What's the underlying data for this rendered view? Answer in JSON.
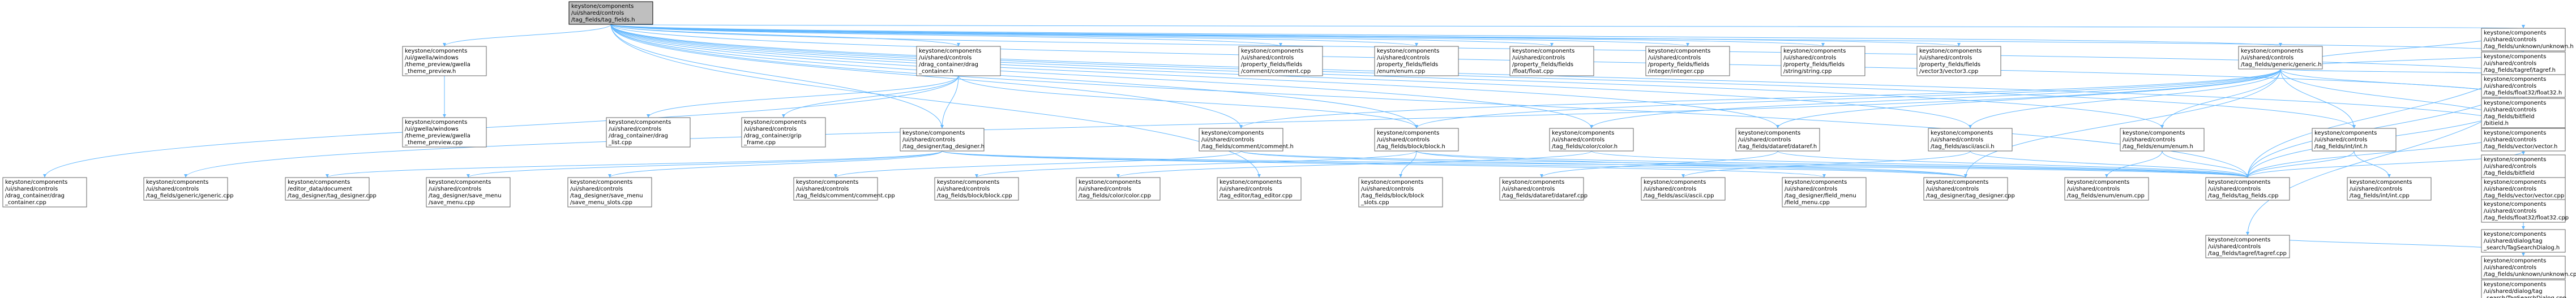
{
  "colors": {
    "edge": "#63b8ff",
    "root_fill": "#bfbfbf",
    "node_border": "#666666",
    "background": "#ffffff"
  },
  "nodes": {
    "root": [
      "keystone/components",
      "/ui/shared/controls",
      "/tag_fields/tag_fields.h"
    ],
    "theme_preview_h": [
      "keystone/components",
      "/ui/gwella/windows",
      "/theme_preview/gwella",
      "_theme_preview.h"
    ],
    "theme_preview_cpp": [
      "keystone/components",
      "/ui/gwella/windows",
      "/theme_preview/gwella",
      "_theme_preview.cpp"
    ],
    "drag_container_h": [
      "keystone/components",
      "/ui/shared/controls",
      "/drag_container/drag",
      "_container.h"
    ],
    "comment_cpp_pf": [
      "keystone/components",
      "/ui/shared/controls",
      "/property_fields/fields",
      "/comment/comment.cpp"
    ],
    "enum_cpp_pf": [
      "keystone/components",
      "/ui/shared/controls",
      "/property_fields/fields",
      "/enum/enum.cpp"
    ],
    "float_cpp_pf": [
      "keystone/components",
      "/ui/shared/controls",
      "/property_fields/fields",
      "/float/float.cpp"
    ],
    "integer_cpp_pf": [
      "keystone/components",
      "/ui/shared/controls",
      "/property_fields/fields",
      "/integer/integer.cpp"
    ],
    "string_cpp_pf": [
      "keystone/components",
      "/ui/shared/controls",
      "/property_fields/fields",
      "/string/string.cpp"
    ],
    "vector3_cpp_pf": [
      "keystone/components",
      "/ui/shared/controls",
      "/property_fields/fields",
      "/vector3/vector3.cpp"
    ],
    "generic_h": [
      "keystone/components",
      "/ui/shared/controls",
      "/tag_fields/generic/generic.h"
    ],
    "drag_list_cpp": [
      "keystone/components",
      "/ui/shared/controls",
      "/drag_container/drag",
      "_list.cpp"
    ],
    "drag_frame_cpp": [
      "keystone/components",
      "/ui/shared/controls",
      "/drag_container/grip",
      "_frame.cpp"
    ],
    "tag_designer_h": [
      "keystone/components",
      "/ui/shared/controls",
      "/tag_designer/tag_designer.h"
    ],
    "comment_h": [
      "keystone/components",
      "/ui/shared/controls",
      "/tag_fields/comment/comment.h"
    ],
    "block_h": [
      "keystone/components",
      "/ui/shared/controls",
      "/tag_fields/block/block.h"
    ],
    "color_h": [
      "keystone/components",
      "/ui/shared/controls",
      "/tag_fields/color/color.h"
    ],
    "dataref_h": [
      "keystone/components",
      "/ui/shared/controls",
      "/tag_fields/dataref/dataref.h"
    ],
    "ascii_h": [
      "keystone/components",
      "/ui/shared/controls",
      "/tag_fields/ascii/ascii.h"
    ],
    "enum_h": [
      "keystone/components",
      "/ui/shared/controls",
      "/tag_fields/enum/enum.h"
    ],
    "int_h": [
      "keystone/components",
      "/ui/shared/controls",
      "/tag_fields/int/int.h"
    ],
    "bitfield_h": [
      "keystone/components",
      "/ui/shared/controls",
      "/tag_fields/bitfield",
      "/bitield.h"
    ],
    "vector_h": [
      "keystone/components",
      "/ui/shared/controls",
      "/tag_fields/vector/vector.h"
    ],
    "float32_h": [
      "keystone/components",
      "/ui/shared/controls",
      "/tag_fields/float32/float32.h"
    ],
    "tagref_h": [
      "keystone/components",
      "/ui/shared/controls",
      "/tag_fields/tagref/tagref.h"
    ],
    "unknown_h": [
      "keystone/components",
      "/ui/shared/controls",
      "/tag_fields/unknown/unknown.h"
    ],
    "drag_container_cpp": [
      "keystone/components",
      "/ui/shared/controls",
      "/drag_container/drag",
      "_container.cpp"
    ],
    "generic_cpp": [
      "keystone/components",
      "/ui/shared/controls",
      "/tag_fields/generic/generic.cpp"
    ],
    "editor_data_cpp": [
      "keystone/components",
      "/editor_data/document",
      "/tag_designer/tag_designer.cpp"
    ],
    "save_menu_cpp": [
      "keystone/components",
      "/ui/shared/controls",
      "/tag_designer/save_menu",
      "/save_menu.cpp"
    ],
    "save_menu_slots_cpp": [
      "keystone/components",
      "/ui/shared/controls",
      "/tag_designer/save_menu",
      "/save_menu_slots.cpp"
    ],
    "comment_cpp": [
      "keystone/components",
      "/ui/shared/controls",
      "/tag_fields/comment/comment.cpp"
    ],
    "block_cpp": [
      "keystone/components",
      "/ui/shared/controls",
      "/tag_fields/block/block.cpp"
    ],
    "color_cpp": [
      "keystone/components",
      "/ui/shared/controls",
      "/tag_fields/color/color.cpp"
    ],
    "tag_editor_cpp": [
      "keystone/components",
      "/ui/shared/controls",
      "/tag_editor/tag_editor.cpp"
    ],
    "block_slots_cpp": [
      "keystone/components",
      "/ui/shared/controls",
      "/tag_fields/block/block",
      "_slots.cpp"
    ],
    "dataref_cpp": [
      "keystone/components",
      "/ui/shared/controls",
      "/tag_fields/dataref/dataref.cpp"
    ],
    "ascii_cpp": [
      "keystone/components",
      "/ui/shared/controls",
      "/tag_fields/ascii/ascii.cpp"
    ],
    "field_menu_cpp": [
      "keystone/components",
      "/ui/shared/controls",
      "/tag_designer/field_menu",
      "/field_menu.cpp"
    ],
    "tag_designer_cpp": [
      "keystone/components",
      "/ui/shared/controls",
      "/tag_designer/tag_designer.cpp"
    ],
    "enum_cpp": [
      "keystone/components",
      "/ui/shared/controls",
      "/tag_fields/enum/enum.cpp"
    ],
    "tag_fields_cpp": [
      "keystone/components",
      "/ui/shared/controls",
      "/tag_fields/tag_fields.cpp"
    ],
    "int_cpp": [
      "keystone/components",
      "/ui/shared/controls",
      "/tag_fields/int/int.cpp"
    ],
    "bitfield_cpp": [
      "keystone/components",
      "/ui/shared/controls",
      "/tag_fields/bitfield",
      "/bitield.cpp"
    ],
    "vector_cpp": [
      "keystone/components",
      "/ui/shared/controls",
      "/tag_fields/vector/vector.cpp"
    ],
    "float32_cpp": [
      "keystone/components",
      "/ui/shared/controls",
      "/tag_fields/float32/float32.cpp"
    ],
    "tag_search_dialog_h": [
      "keystone/components",
      "/ui/shared/dialog/tag",
      "_search/TagSearchDialog.h"
    ],
    "unknown_cpp": [
      "keystone/components",
      "/ui/shared/controls",
      "/tag_fields/unknown/unknown.cpp"
    ],
    "tagref_cpp": [
      "keystone/components",
      "/ui/shared/controls",
      "/tag_fields/tagref/tagref.cpp"
    ],
    "tag_search_dialog_cpp": [
      "keystone/components",
      "/ui/shared/dialog/tag",
      "_search/TagSearchDialog.cpp"
    ]
  }
}
